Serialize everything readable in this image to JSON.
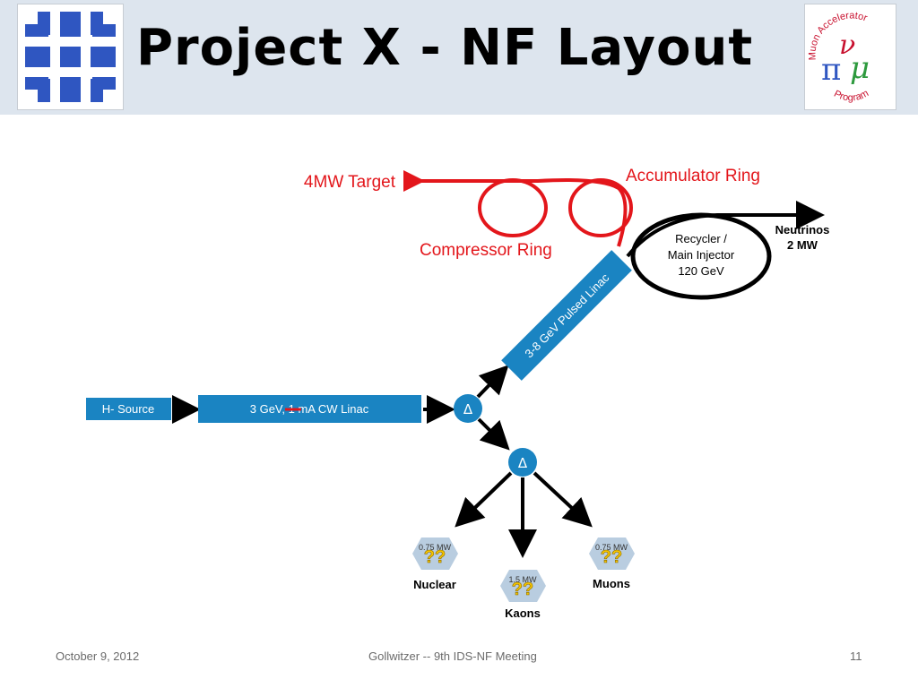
{
  "slide": {
    "title": "Project X - NF Layout",
    "footer_date": "October 9, 2012",
    "footer_center": "Gollwitzer -- 9th IDS-NF Meeting",
    "page_number": "11"
  },
  "logos": {
    "map_text_top": "Muon Accelerator",
    "map_text_bottom": "Program",
    "map_greek_nu": "ν",
    "map_greek_pi": "π",
    "map_greek_mu": "μ"
  },
  "diagram": {
    "source": "H- Source",
    "cw_linac": "3 GeV, 1 mA CW Linac",
    "pulsed_linac": "3-8 GeV Pulsed Linac",
    "splitter_symbol": "Δ",
    "recycler_line1": "Recycler /",
    "recycler_line2": "Main Injector",
    "recycler_line3": "120 GeV",
    "neutrinos_line1": "Neutrinos",
    "neutrinos_line2": "2 MW",
    "nuclear_power": "0.75 MW",
    "nuclear_label": "Nuclear",
    "kaons_power": "1.5 MW",
    "kaons_label": "Kaons",
    "muons_power": "0.75 MW",
    "muons_label": "Muons",
    "question_marks": "??",
    "target_label": "4MW Target",
    "accumulator_label": "Accumulator Ring",
    "compressor_label": "Compressor Ring"
  },
  "colors": {
    "header_bg": "#dde5ee",
    "box_blue": "#1a84c2",
    "annotation_red": "#e3161b",
    "fermi_blue": "#2f56c1",
    "hex_fill": "#b9cde0",
    "question_yellow": "#f5c400"
  }
}
